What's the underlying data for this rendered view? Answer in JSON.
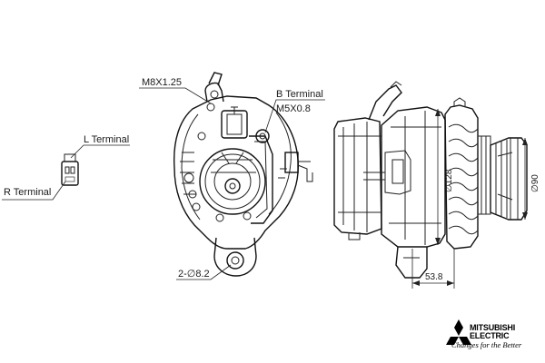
{
  "labels": {
    "l_terminal": "L Terminal",
    "r_terminal": "R Terminal",
    "m8": "M8X1.25",
    "b_terminal": "B Terminal",
    "m5": "M5X0.8",
    "holes": "2-∅8.2"
  },
  "dimensions": {
    "d128": "∅128",
    "d90": "∅90",
    "len": "53.8"
  },
  "brand": {
    "name_line1": "MITSUBISHI",
    "name_line2": "ELECTRIC",
    "tagline": "Changes for the Better"
  }
}
